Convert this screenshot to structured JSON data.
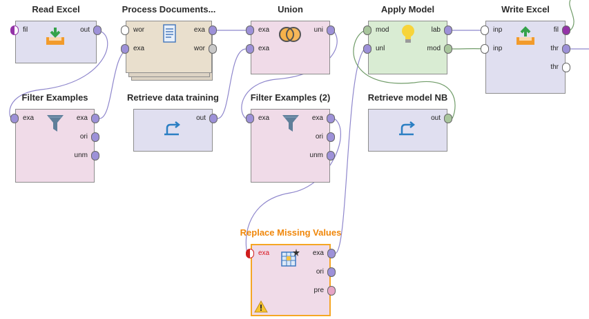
{
  "colors": {
    "wire_example": "#8e86cc",
    "wire_document": "#9a9a9a",
    "wire_model": "#6f9b67",
    "box_pink": "#f0dbe8",
    "box_purple": "#e0dff0",
    "box_tan": "#e9dfcd",
    "box_green": "#d9ecd3",
    "warning_title": "#f0870a",
    "port_example": "#9d91d8",
    "port_model": "#a9c69d",
    "port_error": "#cf1d1d",
    "port_file": "#9433a8"
  },
  "operators": [
    {
      "id": "read_excel",
      "title": "Read Excel",
      "icon": "download-tray-icon",
      "inputs": [
        "fil"
      ],
      "outputs": [
        "out"
      ]
    },
    {
      "id": "process_documents",
      "title": "Process Documents...",
      "icon": "document-icon",
      "inputs": [
        "wor",
        "exa"
      ],
      "outputs": [
        "exa",
        "wor"
      ]
    },
    {
      "id": "union",
      "title": "Union",
      "icon": "venn-union-icon",
      "inputs": [
        "exa",
        "exa"
      ],
      "outputs": [
        "uni"
      ]
    },
    {
      "id": "apply_model",
      "title": "Apply Model",
      "icon": "lightbulb-icon",
      "inputs": [
        "mod",
        "unl"
      ],
      "outputs": [
        "lab",
        "mod"
      ]
    },
    {
      "id": "write_excel",
      "title": "Write Excel",
      "icon": "upload-tray-icon",
      "inputs": [
        "inp",
        "inp"
      ],
      "outputs": [
        "fil",
        "thr",
        "thr"
      ]
    },
    {
      "id": "filter_examples",
      "title": "Filter Examples",
      "icon": "funnel-icon",
      "inputs": [
        "exa"
      ],
      "outputs": [
        "exa",
        "ori",
        "unm"
      ]
    },
    {
      "id": "retrieve_training",
      "title": "Retrieve data training",
      "icon": "retrieve-arrow-icon",
      "inputs": [],
      "outputs": [
        "out"
      ]
    },
    {
      "id": "filter_examples_2",
      "title": "Filter Examples (2)",
      "icon": "funnel-icon",
      "inputs": [
        "exa"
      ],
      "outputs": [
        "exa",
        "ori",
        "unm"
      ]
    },
    {
      "id": "retrieve_model",
      "title": "Retrieve model NB",
      "icon": "retrieve-arrow-icon",
      "inputs": [],
      "outputs": [
        "out"
      ]
    },
    {
      "id": "replace_missing",
      "title": "Replace Missing Values",
      "icon": "grid-star-icon",
      "inputs": [
        "exa"
      ],
      "outputs": [
        "exa",
        "ori",
        "pre"
      ],
      "warning": true,
      "status_icon": "warning-triangle-icon"
    }
  ]
}
